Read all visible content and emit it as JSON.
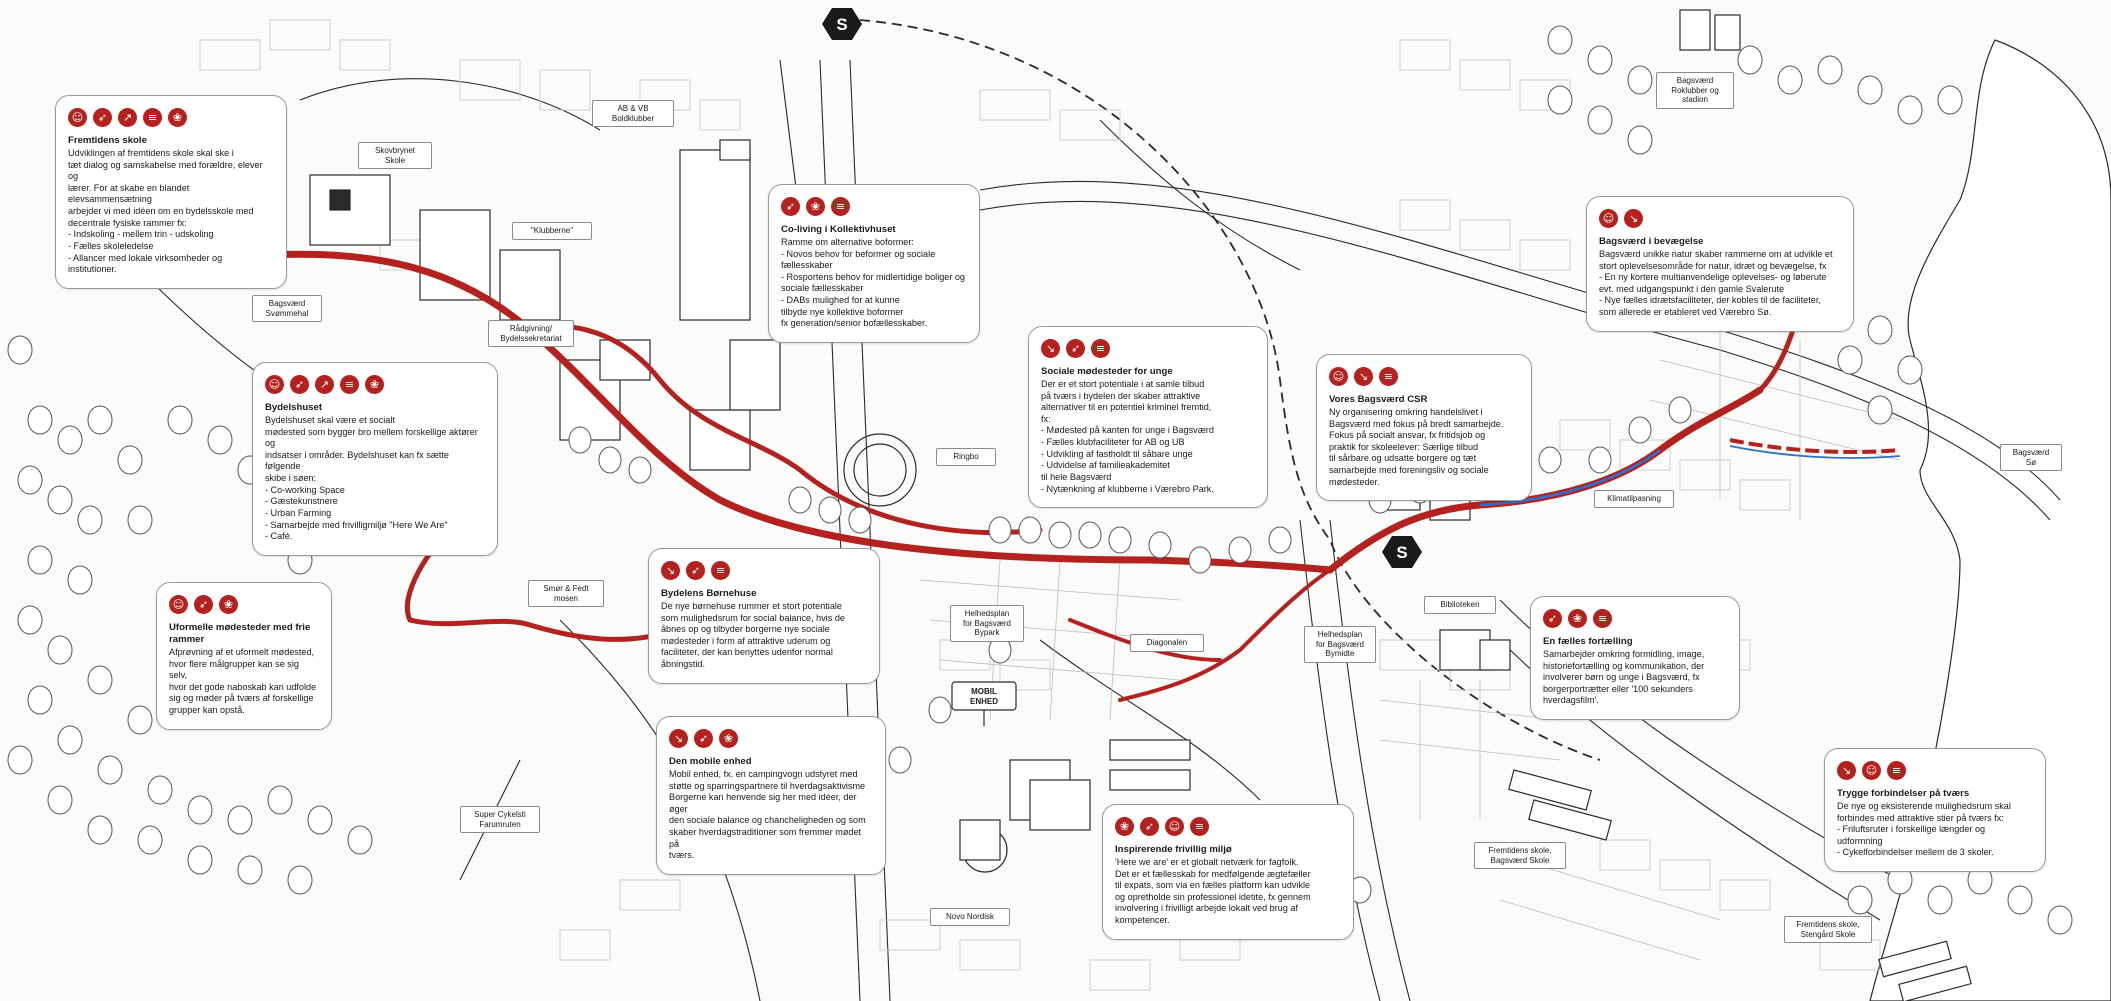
{
  "colors": {
    "red": "#b3221f",
    "blue": "#2f6fc9",
    "line": "#2a2a2a",
    "light": "#cfcfcf",
    "tree": "#555555"
  },
  "station_badge": "S",
  "cards": [
    {
      "id": "fremtidens-skole",
      "icons": [
        "people-icon",
        "runner-icon",
        "running-icon",
        "stair-icon",
        "snowflake-icon"
      ],
      "title": "Fremtidens skole",
      "body": "Udviklingen af fremtidens skole skal ske i\ntæt dialog og samskabelse med forældre, elever og\nlærer. For at skabe en blandet elevsammensætning\narbejder vi med idéen om en bydelsskole med\ndecentrale fysiske rammer fx:\n- Indskoling - mellem trin - udskoling\n- Fælles skoleledelse\n- Allancer med lokale virksomheder og institutioner."
    },
    {
      "id": "co-living",
      "icons": [
        "runner-icon",
        "snowflake-icon",
        "stair-icon"
      ],
      "title": "Co-living i Kollektivhuset",
      "body": "Ramme om alternative boformer:\n- Novos behov for beformer og sociale\nfællesskaber\n- Rosportens behov for midlertidige boliger og\nsociale fællesskaber\n- DABs mulighed for at kunne\ntilbyde nye kollektive boformer\nfx generation/senior bofællesskaber."
    },
    {
      "id": "bagsvaerd-bevaegelse",
      "icons": [
        "people-icon",
        "arrow-icon"
      ],
      "title": "Bagsværd i bevægelse",
      "body": "Bagsværd unikke natur skaber rammerne om at udvikle et\nstort oplevelsesområde for natur, idræt og bevægelse, fx\n- En ny kortere multianvendelige oplevelses- og løberute\nevt. med udgangspunkt i den gamle Svalerute\n- Nye fælles idrætsfaciliteter, der kobles til de faciliteter,\nsom allerede er etableret ved Værebro Sø."
    },
    {
      "id": "bydelshuset",
      "icons": [
        "people-icon",
        "runner-icon",
        "running-icon",
        "stair-icon",
        "snowflake-icon"
      ],
      "title": "Bydelshuset",
      "body": "Bydelshuset skal være et socialt\nmødested som bygger bro mellem forskellige aktører og\nindsatser i områder. Bydelshuset kan fx sætte følgende\nskibe i søen:\n- Co-working Space\n- Gæstekunstnere\n- Urban Farming\n- Samarbejde med frivilligmiljø \"Here We Are\"\n- Café."
    },
    {
      "id": "sociale-modesteder",
      "icons": [
        "arrow-icon",
        "runner-icon",
        "stair-icon"
      ],
      "title": "Sociale mødesteder for unge",
      "body": "Der er et stort potentiale i at samle tilbud\npå tværs i bydelen der skaber attraktive\nalternativer til en potentiel kriminel fremtid,\nfx:\n- Mødested på kanten for unge i Bagsværd\n- Fælles klubfaciliteter for AB og UB\n- Udvikling af fastholdt til såbare unge\n- Udvidelse af familieakademitet\ntil hele Bagsværd\n- Nytænkning af klubberne i Værebro Park."
    },
    {
      "id": "vores-bagsvaerd",
      "icons": [
        "people-icon",
        "arrow-icon",
        "stair-icon"
      ],
      "title": "Vores Bagsværd CSR",
      "body": "Ny organisering omkring handelslivet i\nBagsværd med fokus på bredt samarbejde.\nFokus på socialt ansvar, fx fritidsjob og\npraktik for skoleelever: Særlige tilbud\ntil sårbare og udsatte borgere og tæt\nsamarbejde med foreningsliv og sociale\nmødesteder."
    },
    {
      "id": "uformelle",
      "icons": [
        "people-icon",
        "runner-icon",
        "snowflake-icon"
      ],
      "title": "Uformelle mødesteder med frie\nrammer",
      "body": "Afprøvning af et uformelt mødested,\nhvor flere målgrupper kan se sig selv,\nhvor det gode naboskab kan udfolde\nsig og møder på tværs af forskellige\ngrupper kan opstå."
    },
    {
      "id": "bornehuse",
      "icons": [
        "arrow-icon",
        "runner-icon",
        "stair-icon"
      ],
      "title": "Bydelens Børnehuse",
      "body": "De nye børnehuse rummer et stort potentiale\nsom mulighedsrum for social balance, hvis de\nåbnes op og tilbyder borgerne nye sociale\nmødesteder i form af attraktive uderum og\nfaciliteter, der kan benyttes udenfor normal\nåbningstid."
    },
    {
      "id": "faelles-fortaelling",
      "icons": [
        "runner-icon",
        "snowflake-icon",
        "stair-icon"
      ],
      "title": "En fælles fortælling",
      "body": "Samarbejder omkring formidling, image,\nhistoriefortælling og kommunikation, der\ninvolverer børn og unge i Bagsværd, fx\nborgerportrætter eller '100 sekunders\nhverdagsfilm'."
    },
    {
      "id": "mobile-enhed",
      "icons": [
        "arrow-icon",
        "runner-icon",
        "snowflake-icon"
      ],
      "title": "Den mobile enhed",
      "body": "Mobil enhed, fx. en campingvogn udstyret med\nstøtte og sparringspartnere til hverdagsaktivisme\nBorgerne kan henvende sig her med idéer, der øger\nden sociale balance og chancheligheden og som\nskaber hverdagstraditioner som fremmer mødet på\ntværs."
    },
    {
      "id": "inspirerende",
      "icons": [
        "snowflake-icon",
        "runner-icon",
        "people-icon",
        "stair-icon"
      ],
      "title": "Inspirerende frivillig miljø",
      "body": "'Here we are' er et globalt netværk for fagfolk.\nDet er et fællesskab for medfølgende ægtefæller\ntil expats, som via en fælles platform kan udvikle\nog opretholde sin professionel idetite, fx gennem\ninvolvering i frivilligt arbejde lokalt ved brug af\nkompetencer."
    },
    {
      "id": "trygge",
      "icons": [
        "arrow-icon",
        "people-icon",
        "stair-icon"
      ],
      "title": "Trygge forbindelser på tværs",
      "body": "De nye og eksisterende mulighedsrum skal\nforbindes med attraktive stier på tværs fx:\n- Friluftsruter i forskellige længder og udformning\n- Cykelforbindelser mellem de 3 skoler."
    }
  ],
  "labels": [
    {
      "id": "ab-vb",
      "text": "AB & VB\nBoldklubber"
    },
    {
      "id": "skovbrynet",
      "text": "Skovbrynet\nSkole"
    },
    {
      "id": "klubberne",
      "text": "\"Klubberne\""
    },
    {
      "id": "svommehal",
      "text": "Bagsværd\nSvømmehal"
    },
    {
      "id": "radgivning",
      "text": "Rådgivning/\nBydelssekretariat"
    },
    {
      "id": "ringbo",
      "text": "Ringbo"
    },
    {
      "id": "smor-fedt",
      "text": "Smør & Fedt\nmosen"
    },
    {
      "id": "helhedsplan-bypark",
      "text": "Helhedsplan\nfor Bagsværd\nBypark"
    },
    {
      "id": "diagonalen",
      "text": "Diagonalen"
    },
    {
      "id": "helhedsplan-bymidte",
      "text": "Helhedsplan\nfor Bagsværd\nBymidte"
    },
    {
      "id": "bibliotek",
      "text": "Biblioteken"
    },
    {
      "id": "klimatilpasning",
      "text": "Klimatilpasning"
    },
    {
      "id": "roklubber",
      "text": "Bagsværd\nRoklubber og\nstadion"
    },
    {
      "id": "bagsvaerd-so",
      "text": "Bagsværd\nSø"
    },
    {
      "id": "super-cykelsti",
      "text": "Super Cykelsti\nFarumruten"
    },
    {
      "id": "novo",
      "text": "Novo Nordisk"
    },
    {
      "id": "fremtidens-bagsvaerd",
      "text": "Fremtidens skole,\nBagsværd Skole"
    },
    {
      "id": "fremtidens-stengard",
      "text": "Fremtidens skole,\nStengård Skole"
    }
  ],
  "sign_text": "MOBIL\nENHED"
}
